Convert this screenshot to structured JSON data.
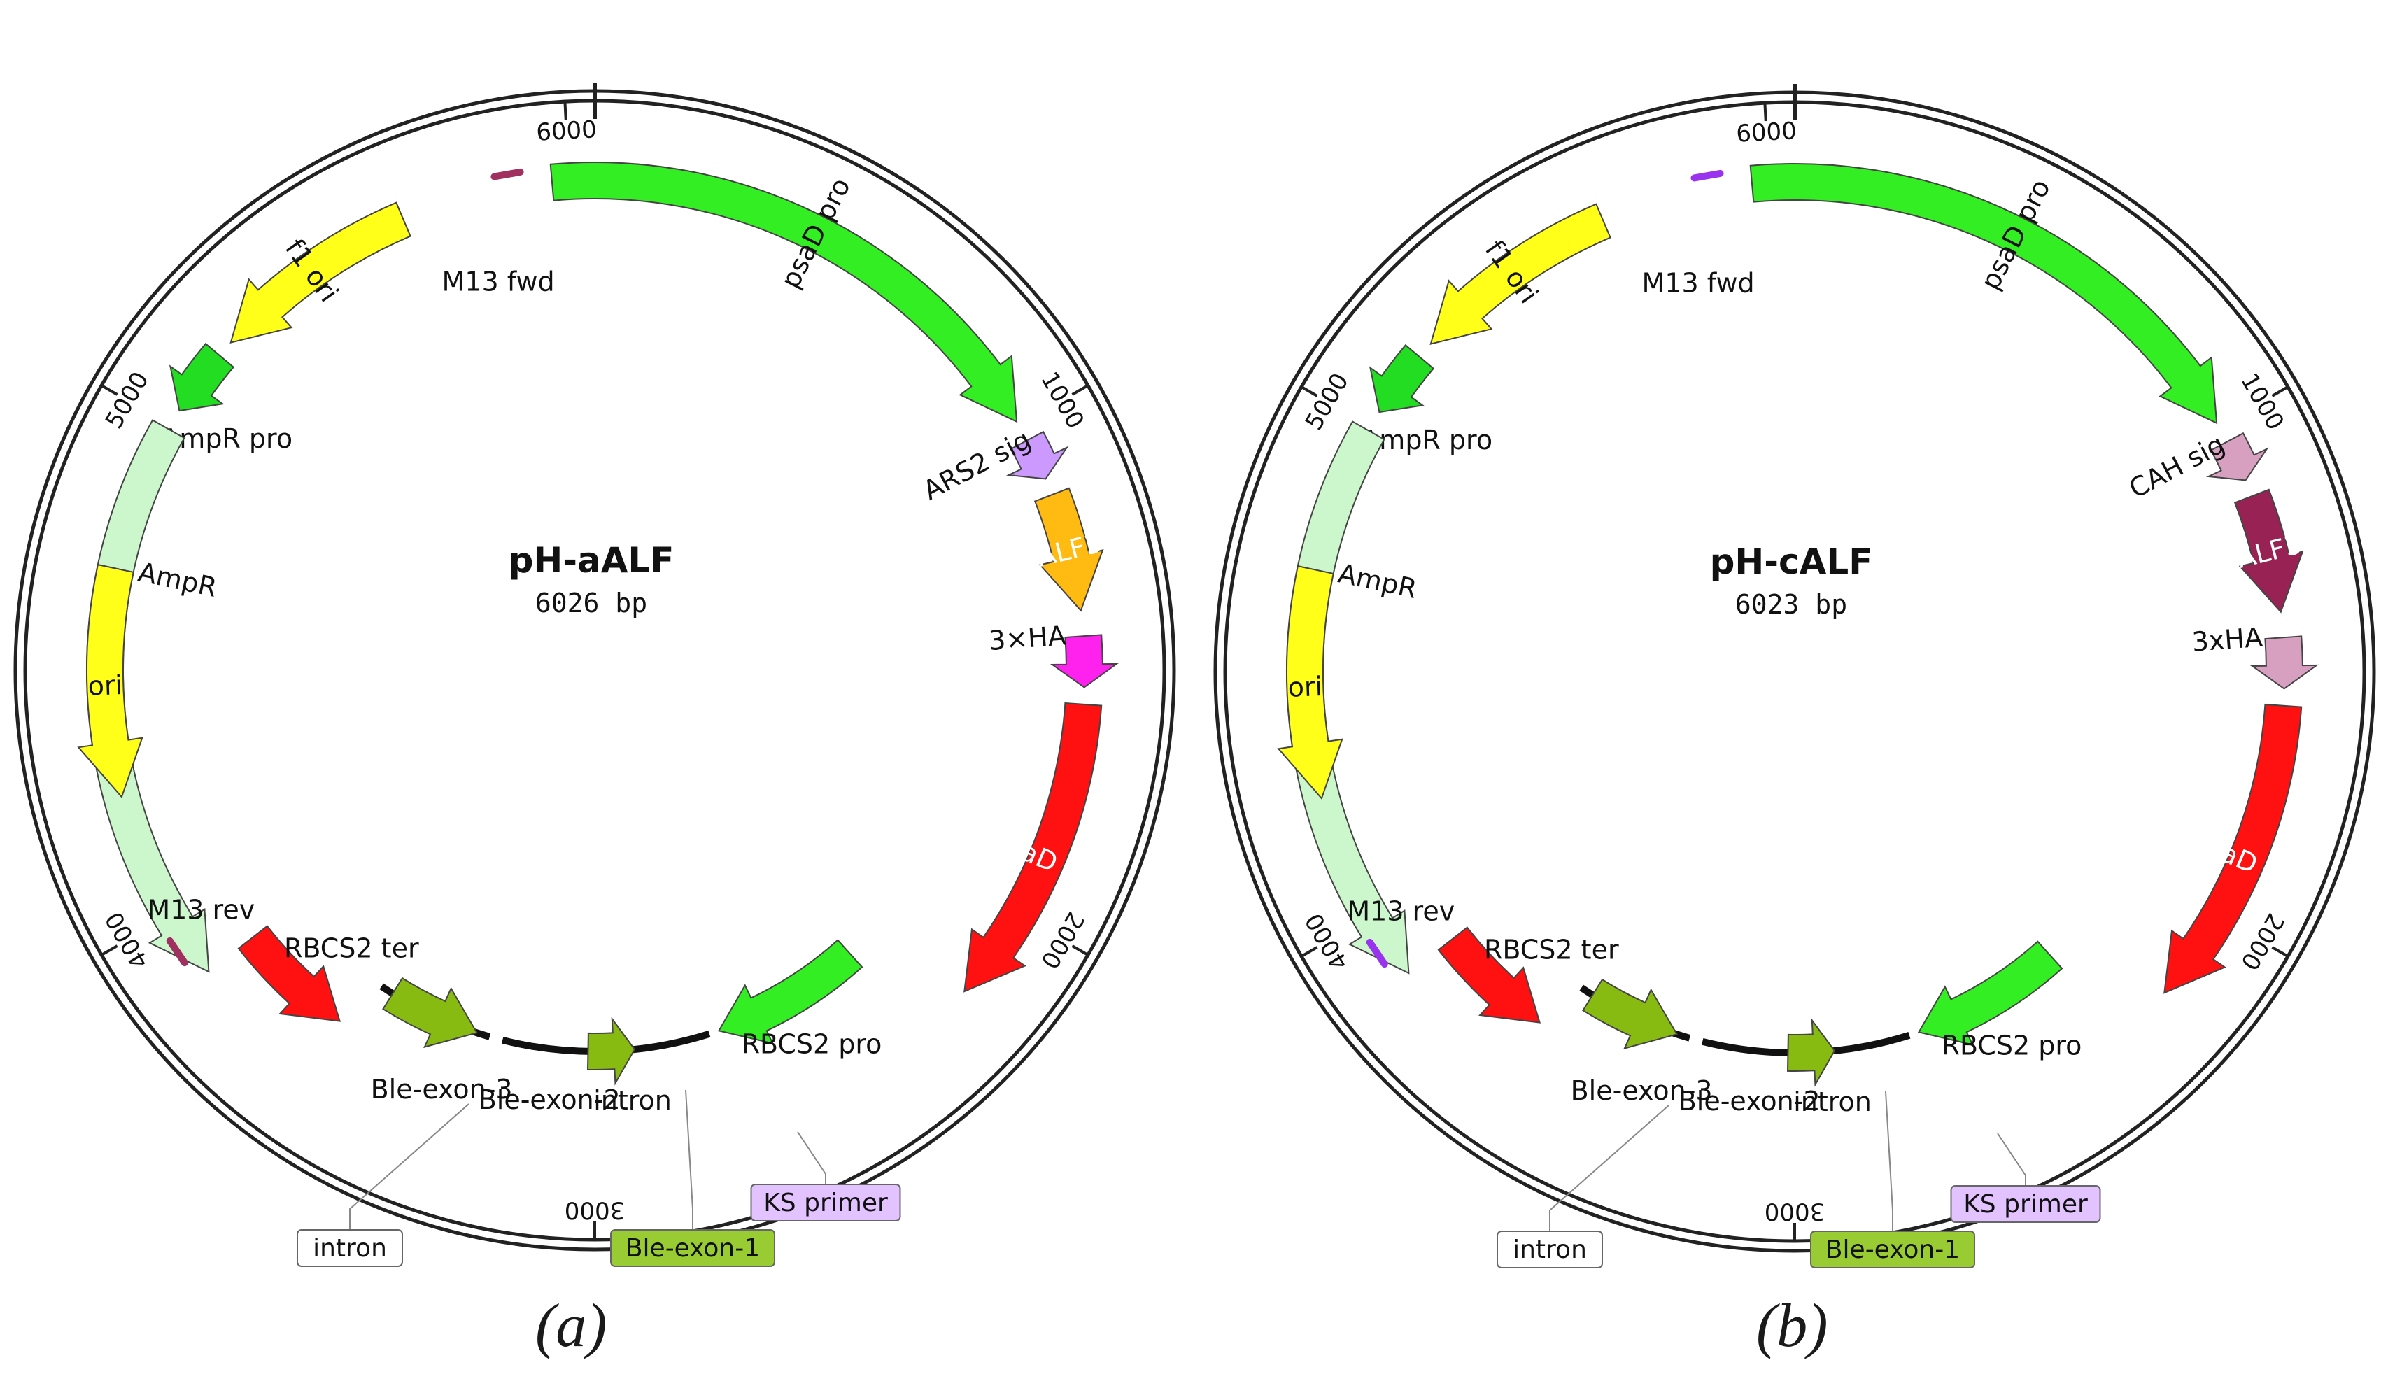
{
  "maps": [
    {
      "caption": "(a)",
      "name": "pH-aALF",
      "size": "6026 bp",
      "ticks": [
        "1000",
        "2000",
        "3000",
        "4000",
        "5000",
        "6000"
      ],
      "features": [
        {
          "label": "f1 ori",
          "color": "#ffff1a"
        },
        {
          "label": "AmpR pro",
          "color": "#22dd22"
        },
        {
          "label": "AmpR",
          "color": "#ccf7cc"
        },
        {
          "label": "M13 fwd",
          "color": "#a03060"
        },
        {
          "label": "psaD pro",
          "color": "#33ee22"
        },
        {
          "label": "ARS2 sig",
          "color": "#cc99ff"
        },
        {
          "label": "ALF3",
          "color": "#ffbb11"
        },
        {
          "label": "3×HA",
          "color": "#ff22ee"
        },
        {
          "label": "psaD ter",
          "color": "#ff1111"
        },
        {
          "label": "RBCS2 pro",
          "color": "#33ee22"
        },
        {
          "label": "intron"
        },
        {
          "label": "Ble-exon-2",
          "color": "#88bb11"
        },
        {
          "label": "Ble-exon-3",
          "color": "#88bb11"
        },
        {
          "label": "RBCS2 ter",
          "color": "#ff1111"
        },
        {
          "label": "M13 rev",
          "color": "#a03060"
        },
        {
          "label": "ori",
          "color": "#ffff1a"
        }
      ],
      "callouts": [
        {
          "label": "KS primer",
          "color": "#e2c2ff"
        },
        {
          "label": "Ble-exon-1",
          "color": "#99cc33"
        },
        {
          "label": "intron",
          "color": "#ffffff"
        }
      ]
    },
    {
      "caption": "(b)",
      "name": "pH-cALF",
      "size": "6023 bp",
      "ticks": [
        "1000",
        "2000",
        "3000",
        "4000",
        "5000",
        "6000"
      ],
      "features": [
        {
          "label": "f1 ori",
          "color": "#ffff1a"
        },
        {
          "label": "AmpR pro",
          "color": "#22dd22"
        },
        {
          "label": "AmpR",
          "color": "#ccf7cc"
        },
        {
          "label": "M13 fwd",
          "color": "#9933ee"
        },
        {
          "label": "psaD pro",
          "color": "#33ee22"
        },
        {
          "label": "CAH sig",
          "color": "#d8a0c0"
        },
        {
          "label": "ALF3",
          "color": "#992255"
        },
        {
          "label": "3xHA",
          "color": "#d8a0c0"
        },
        {
          "label": "psaD ter",
          "color": "#ff1111"
        },
        {
          "label": "RBCS2 pro",
          "color": "#33ee22"
        },
        {
          "label": "intron"
        },
        {
          "label": "Ble-exon-2",
          "color": "#88bb11"
        },
        {
          "label": "Ble-exon-3",
          "color": "#88bb11"
        },
        {
          "label": "RBCS2 ter",
          "color": "#ff1111"
        },
        {
          "label": "M13 rev",
          "color": "#9933ee"
        },
        {
          "label": "ori",
          "color": "#ffff1a"
        }
      ],
      "callouts": [
        {
          "label": "KS primer",
          "color": "#e2c2ff"
        },
        {
          "label": "Ble-exon-1",
          "color": "#99cc33"
        },
        {
          "label": "intron",
          "color": "#ffffff"
        }
      ]
    }
  ]
}
